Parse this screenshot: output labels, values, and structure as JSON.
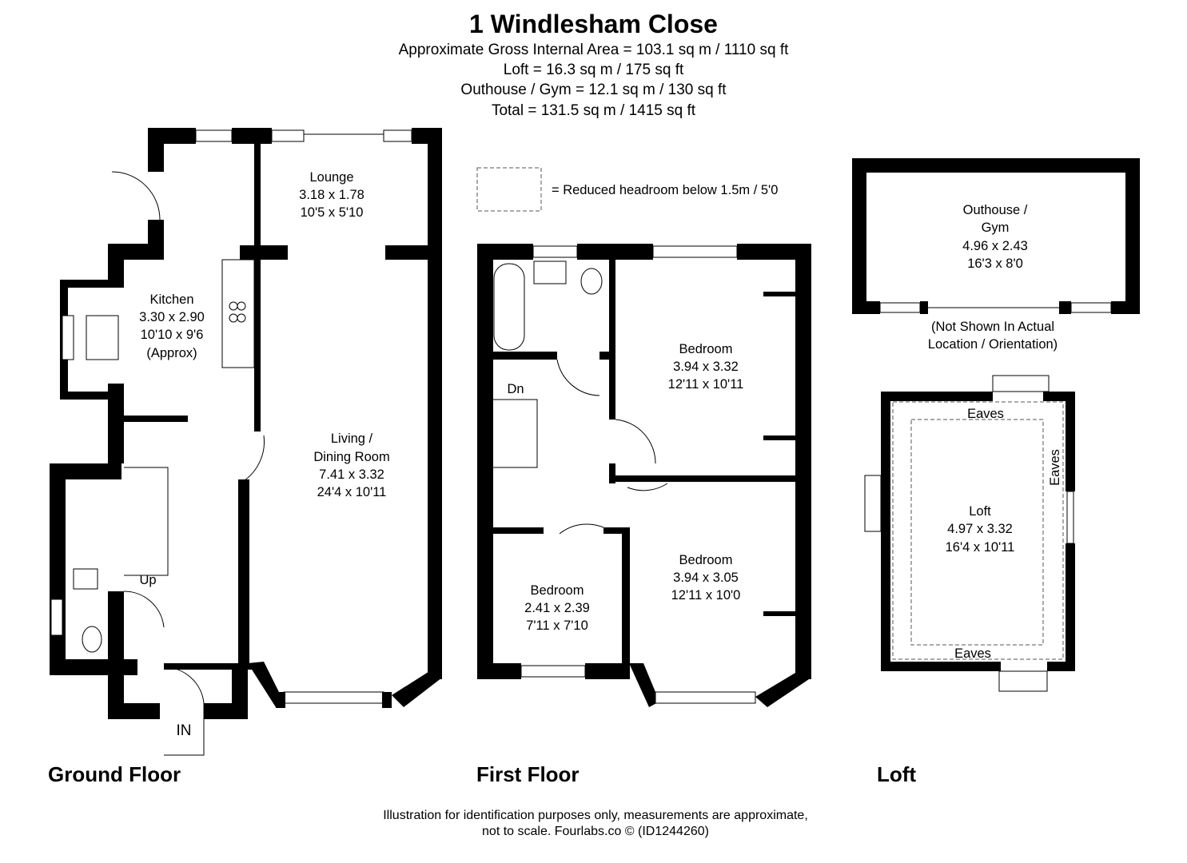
{
  "header": {
    "title": "1 Windlesham Close",
    "areas": [
      "Approximate Gross Internal Area = 103.1 sq m / 1110 sq ft",
      "Loft = 16.3 sq m / 175 sq ft",
      "Outhouse / Gym = 12.1 sq m / 130 sq ft",
      "Total = 131.5 sq m / 1415 sq ft"
    ]
  },
  "legend": {
    "text": "= Reduced headroom below 1.5m / 5'0"
  },
  "floors": {
    "ground": {
      "label": "Ground Floor",
      "lounge": [
        "Lounge",
        "3.18 x 1.78",
        "10'5 x 5'10"
      ],
      "kitchen": [
        "Kitchen",
        "3.30 x 2.90",
        "10'10 x 9'6",
        "(Approx)"
      ],
      "living": [
        "Living /",
        "Dining Room",
        "7.41 x 3.32",
        "24'4 x 10'11"
      ],
      "up": "Up",
      "in": "IN"
    },
    "first": {
      "label": "First Floor",
      "dn": "Dn",
      "bedroom1": [
        "Bedroom",
        "3.94 x 3.32",
        "12'11 x 10'11"
      ],
      "bedroom2": [
        "Bedroom",
        "3.94 x 3.05",
        "12'11 x 10'0"
      ],
      "bedroom3": [
        "Bedroom",
        "2.41 x 2.39",
        "7'11 x 7'10"
      ]
    },
    "loft": {
      "label": "Loft",
      "room": [
        "Loft",
        "4.97 x 3.32",
        "16'4 x 10'11"
      ],
      "eaves": "Eaves"
    },
    "outhouse": {
      "room": [
        "Outhouse /",
        "Gym",
        "4.96 x 2.43",
        "16'3 x 8'0"
      ],
      "note": [
        "(Not Shown In Actual",
        "Location / Orientation)"
      ]
    }
  },
  "footer": [
    "Illustration for identification purposes only, measurements are approximate,",
    "not to scale. Fourlabs.co © (ID1244260)"
  ]
}
